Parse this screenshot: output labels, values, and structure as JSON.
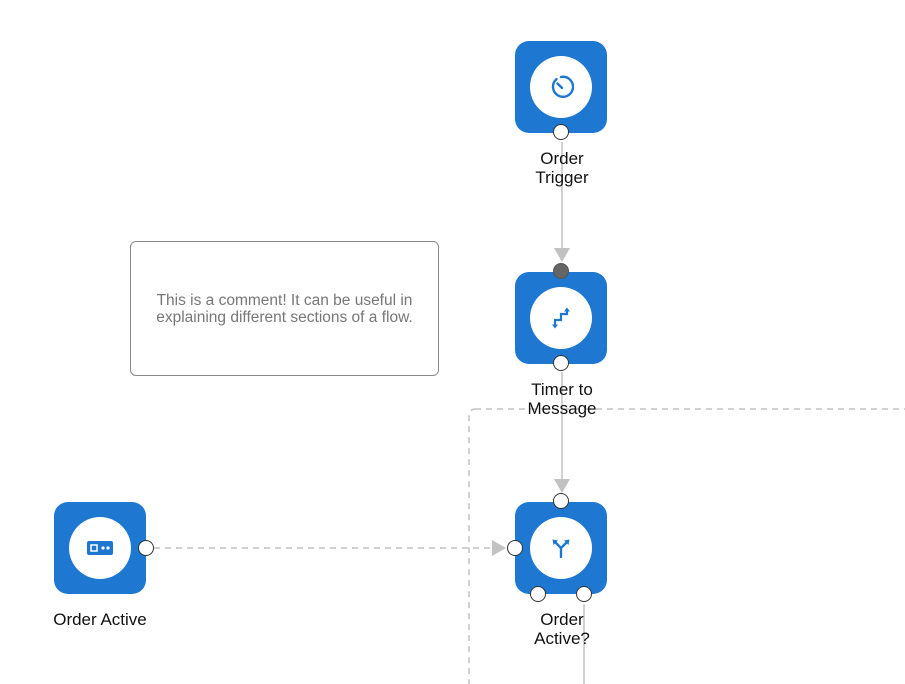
{
  "comment": {
    "text": "This is a comment! It can be useful in explaining different sections of a flow."
  },
  "nodes": {
    "order_trigger": {
      "label": "Order\nTrigger",
      "icon": "timer-icon"
    },
    "timer_to_message": {
      "label": "Timer to\nMessage",
      "icon": "transform-icon"
    },
    "order_active_check": {
      "label": "Order\nActive?",
      "icon": "branch-icon"
    },
    "order_active": {
      "label": "Order Active",
      "icon": "device-icon"
    }
  },
  "colors": {
    "node": "#1e78d2",
    "icon": "#1e78d2",
    "edge": "#c2c2c2"
  }
}
